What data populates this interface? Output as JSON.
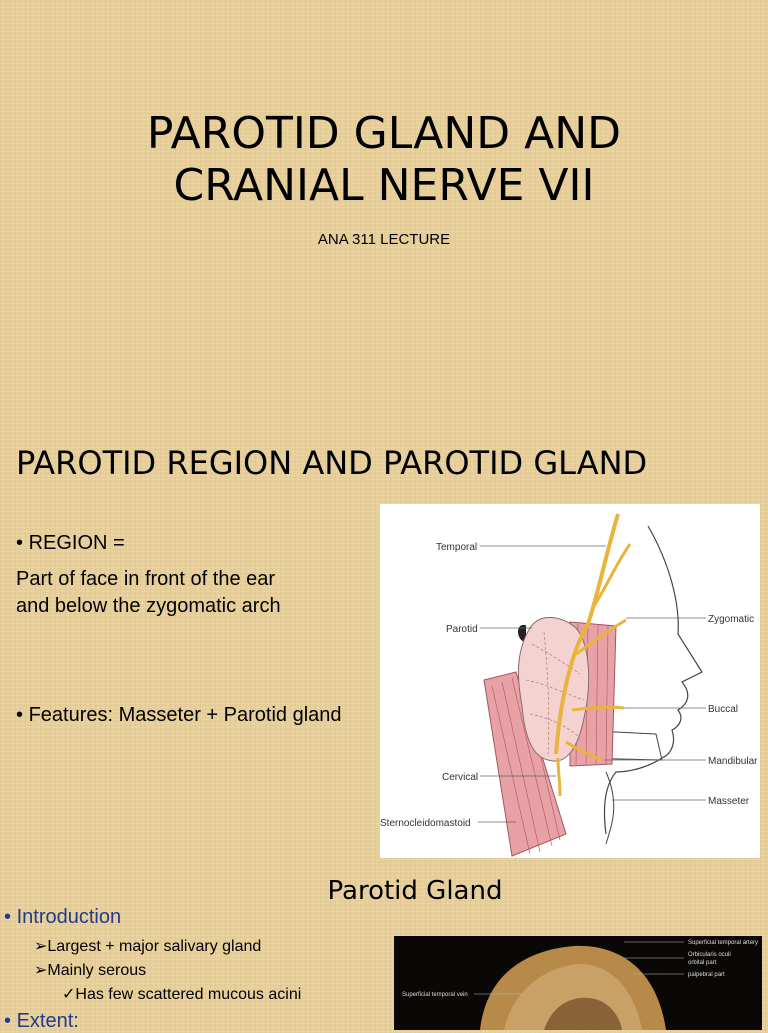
{
  "slide1": {
    "title_line1": "PAROTID GLAND AND",
    "title_line2": "CRANIAL NERVE VII",
    "subtitle": "ANA 311 LECTURE"
  },
  "slide2": {
    "title": "PAROTID REGION AND PAROTID GLAND",
    "bullet_region": "REGION =",
    "region_text_line1": "Part of face in front of  the ear",
    "region_text_line2": "and below the zygomatic arch",
    "bullet_features": "Features: Masseter + Parotid gland",
    "diagram_labels": {
      "temporal": "Temporal",
      "parotid": "Parotid",
      "cervical": "Cervical",
      "sternocleidomastoid": "Sternocleidomastoid",
      "zygomatic": "Zygomatic",
      "buccal": "Buccal",
      "mandibular": "Mandibular",
      "masseter": "Masseter"
    }
  },
  "slide3": {
    "title": "Parotid Gland",
    "intro": "Introduction",
    "sub1": "Largest + major salivary gland",
    "sub2": "Mainly serous",
    "sub3": "Has few scattered mucous acini",
    "extent": "Extent:",
    "photo_labels": {
      "sup_temporal_artery": "Superficial temporal artery",
      "orbicularis_oculi": "Orbicularis oculi",
      "orbital_part": "orbital part",
      "palpebral_part": "palpebral part",
      "sup_temporal_vein": "Superficial temporal vein"
    }
  },
  "colors": {
    "background": "#e7cf9c",
    "accent_blue": "#1f3d8c",
    "muscle": "#e8a2a6",
    "gland": "#f4d2d0",
    "nerve": "#e9b43c"
  },
  "icons": {
    "bullet": "•",
    "arrow": "➢",
    "check": "✓"
  }
}
